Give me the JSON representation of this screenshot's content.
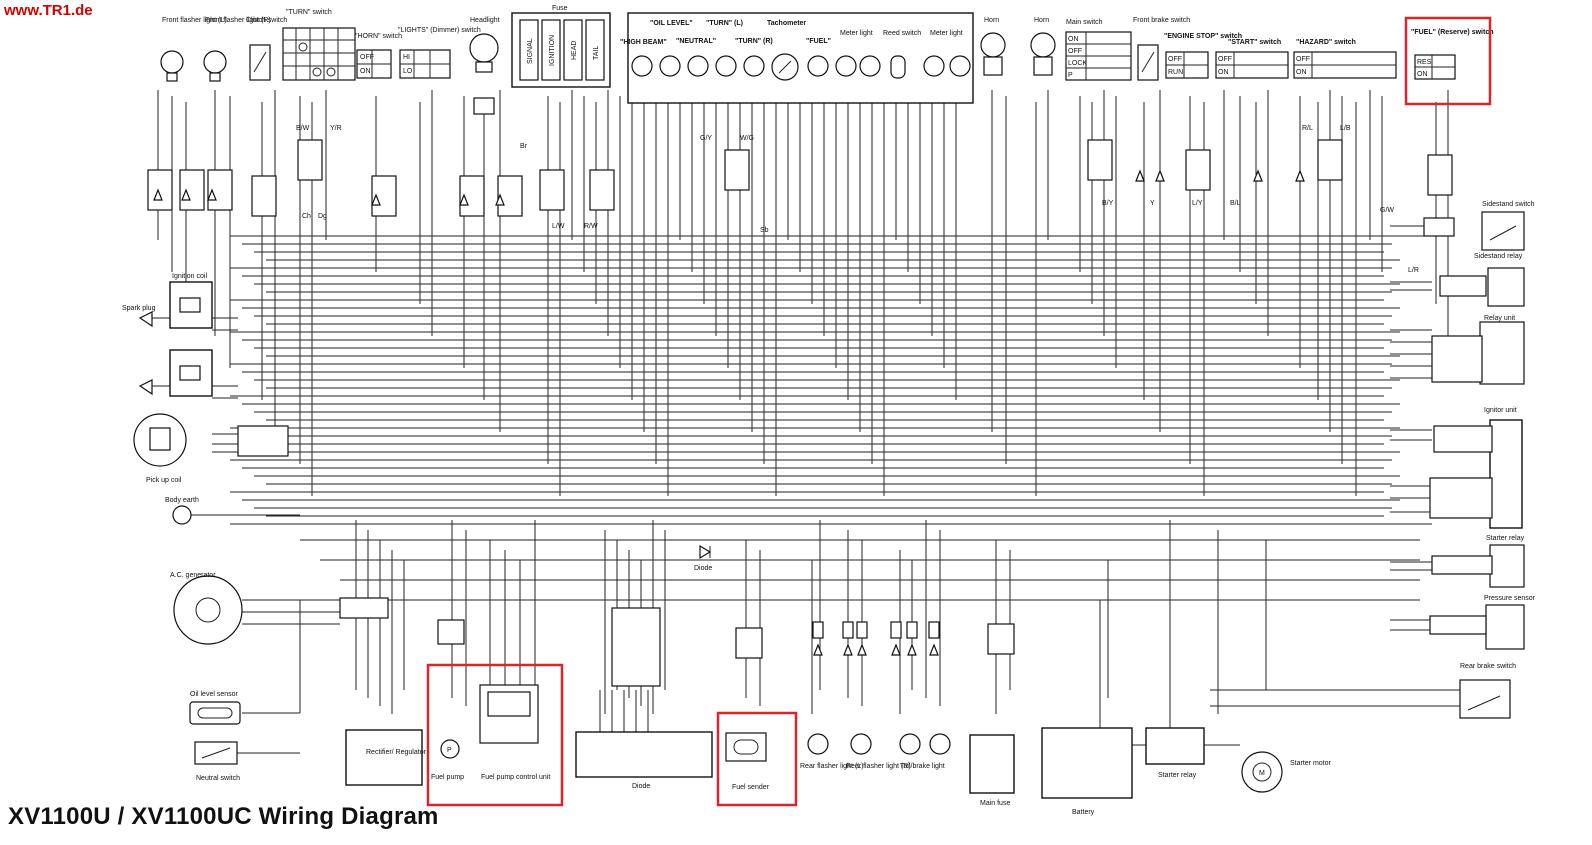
{
  "watermark": "www.TR1.de",
  "title": "XV1100U / XV1100UC Wiring Diagram",
  "colors": {
    "highlight": "#d9262a",
    "watermark": "#d40000",
    "line": "#222222"
  },
  "components": {
    "front_flasher_l": "Front flasher light (L)",
    "front_flasher_r": "Front flasher light (R)",
    "clutch_switch": "Clutch switch",
    "turn_switch": "\"TURN\" switch",
    "horn_switch": "\"HORN\" switch",
    "lights_switch": "\"LIGHTS\" (Dimmer) switch",
    "headlight": "Headlight",
    "fuse": "Fuse",
    "high_beam": "\"HIGH BEAM\"",
    "oil_level": "\"OIL LEVEL\"",
    "neutral": "\"NEUTRAL\"",
    "turn_l": "\"TURN\" (L)",
    "turn_r": "\"TURN\" (R)",
    "tachometer": "Tachometer",
    "fuel_ind": "\"FUEL\"",
    "meter_light_1": "Meter light",
    "reed_switch": "Reed switch",
    "meter_light_2": "Meter light",
    "horn_1": "Horn",
    "horn_2": "Horn",
    "main_switch": "Main switch",
    "front_brake": "Front brake switch",
    "engine_stop": "\"ENGINE STOP\" switch",
    "start_switch": "\"START\" switch",
    "hazard_switch": "\"HAZARD\" switch",
    "fuel_reserve": "\"FUEL\" (Reserve) switch",
    "ignition_coil": "Ignition coil",
    "spark_plug": "Spark plug",
    "pick_up_coil": "Pick up coil",
    "body_earth": "Body earth",
    "ac_generator": "A.C. generator",
    "oil_level_sensor": "Oil level sensor",
    "neutral_switch": "Neutral switch",
    "rectifier": "Rectifier/ Regulator",
    "fuel_pump": "Fuel pump",
    "fuel_pump_cu": "Fuel pump control unit",
    "diode_single": "Diode",
    "diode_block": "Diode",
    "fuel_sender": "Fuel sender",
    "rear_flasher_l": "Rear flasher light (L)",
    "rear_flasher_r": "Rear flasher light (R)",
    "tail_brake": "Tail/brake light",
    "main_fuse": "Main fuse",
    "battery": "Battery",
    "starter_relay_bottom": "Starter relay",
    "starter_motor": "Starter motor",
    "sidestand_switch": "Sidestand switch",
    "sidestand_relay": "Sidestand relay",
    "relay_unit": "Relay unit",
    "ignitor_unit": "Ignitor unit",
    "starter_relay_right": "Starter relay",
    "pressure_sensor": "Pressure sensor",
    "rear_brake_switch": "Rear brake switch"
  },
  "switch_rows": {
    "main": [
      "ON",
      "OFF",
      "LOCK",
      "P"
    ],
    "horn": [
      "OFF",
      "ON"
    ],
    "lights": [
      "HI",
      "LO"
    ],
    "engine_stop": [
      "OFF",
      "RUN"
    ],
    "start": [
      "OFF",
      "ON"
    ],
    "hazard": [
      "OFF",
      "ON"
    ],
    "fuel": [
      "RES",
      "ON"
    ]
  },
  "wire_codes": [
    "B/W",
    "Y/R",
    "Ch",
    "Dg",
    "Br",
    "L/W",
    "R/W",
    "G/Y",
    "W/G",
    "Sb",
    "B/Y",
    "Y",
    "L/Y",
    "B/L",
    "R/L",
    "L/B",
    "G/W",
    "L/R"
  ],
  "fuse_labels": [
    "SIGNAL",
    "IGNITION",
    "HEAD",
    "TAIL"
  ],
  "pump_symbol": "P",
  "motor_symbol": "M"
}
